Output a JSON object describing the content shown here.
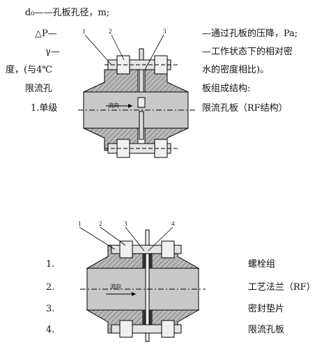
{
  "text": {
    "line1": "d₀——孔板孔径，m;",
    "dp_label": "△P—",
    "dp_desc": "—通过孔板的压降，Pa;",
    "gamma_label": "γ—",
    "gamma_desc": "—工作状态下的相对密",
    "deg_left": "度，(与4℃",
    "deg_right": "水的密度相比)。",
    "xl_left": "限流孔",
    "xl_right": "板组成结构:",
    "single_left": "1.单级",
    "single_right": "限流孔板（RF结构）"
  },
  "figure1": {
    "callouts": [
      "1",
      "2",
      "3"
    ],
    "flow_label": "流向"
  },
  "figure2": {
    "callouts": [
      "1",
      "2",
      "3",
      "4"
    ],
    "flow_label": "流向"
  },
  "legend": [
    {
      "num": "1.",
      "label": "螺栓组"
    },
    {
      "num": "2.",
      "label": "工艺法兰（RF）"
    },
    {
      "num": "3.",
      "label": "密封垫片"
    },
    {
      "num": "4.",
      "label": "限流孔板"
    }
  ]
}
